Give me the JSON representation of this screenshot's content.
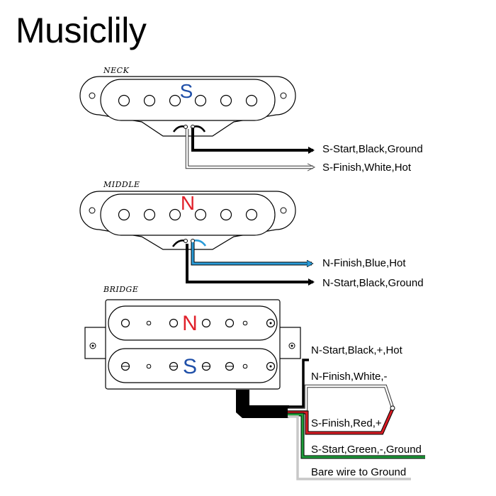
{
  "brand": "Musiclily",
  "pickups": [
    {
      "label": "NECK",
      "pole": "S",
      "pole_color": "#1f4fa8",
      "wires": [
        "S-Start,Black,Ground",
        "S-Finish,White,Hot"
      ]
    },
    {
      "label": "MIDDLE",
      "pole": "N",
      "pole_color": "#e0202a",
      "wires": [
        "N-Finish,Blue,Hot",
        "N-Start,Black,Ground"
      ]
    },
    {
      "label": "BRIDGE",
      "coils": [
        {
          "pole": "N",
          "pole_color": "#e0202a"
        },
        {
          "pole": "S",
          "pole_color": "#1f4fa8"
        }
      ],
      "wires": [
        "N-Start,Black,+,Hot",
        "N-Finish,White,-",
        "S-Finish,Red,+",
        "S-Start,Green,-,Ground",
        "Bare wire to Ground"
      ]
    }
  ],
  "colors": {
    "black": "#000000",
    "white": "#ffffff",
    "blue": "#2a9bd8",
    "red": "#d81c24",
    "green": "#1e9e3a",
    "bare": "#c8c8c8"
  }
}
